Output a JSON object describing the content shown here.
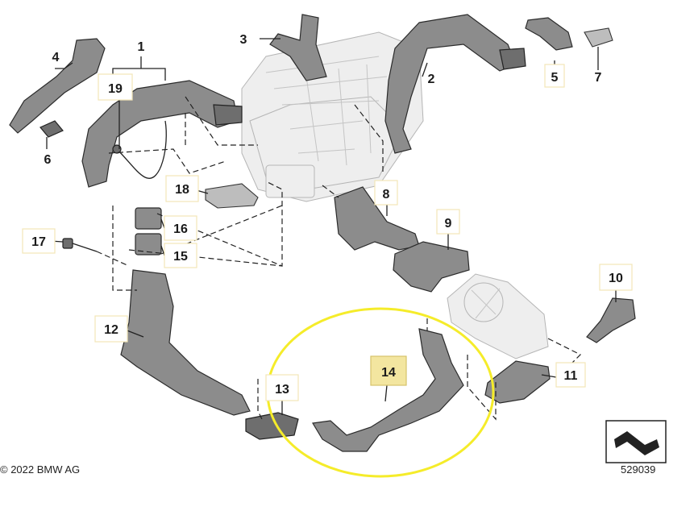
{
  "callouts": [
    {
      "id": "1",
      "label": "1"
    },
    {
      "id": "2",
      "label": "2"
    },
    {
      "id": "3",
      "label": "3"
    },
    {
      "id": "4",
      "label": "4"
    },
    {
      "id": "5",
      "label": "5"
    },
    {
      "id": "6",
      "label": "6"
    },
    {
      "id": "7",
      "label": "7"
    },
    {
      "id": "8",
      "label": "8"
    },
    {
      "id": "9",
      "label": "9"
    },
    {
      "id": "10",
      "label": "10"
    },
    {
      "id": "11",
      "label": "11"
    },
    {
      "id": "12",
      "label": "12"
    },
    {
      "id": "13",
      "label": "13"
    },
    {
      "id": "14",
      "label": "14"
    },
    {
      "id": "15",
      "label": "15"
    },
    {
      "id": "16",
      "label": "16"
    },
    {
      "id": "17",
      "label": "17"
    },
    {
      "id": "18",
      "label": "18"
    },
    {
      "id": "19",
      "label": "19"
    }
  ],
  "highlighted_callout": "14",
  "highlight_color": "#f5ec2a",
  "copyright": "© 2022 BMW AG",
  "diagram_id": "529039",
  "corner_icon": "duct-symbol-icon"
}
